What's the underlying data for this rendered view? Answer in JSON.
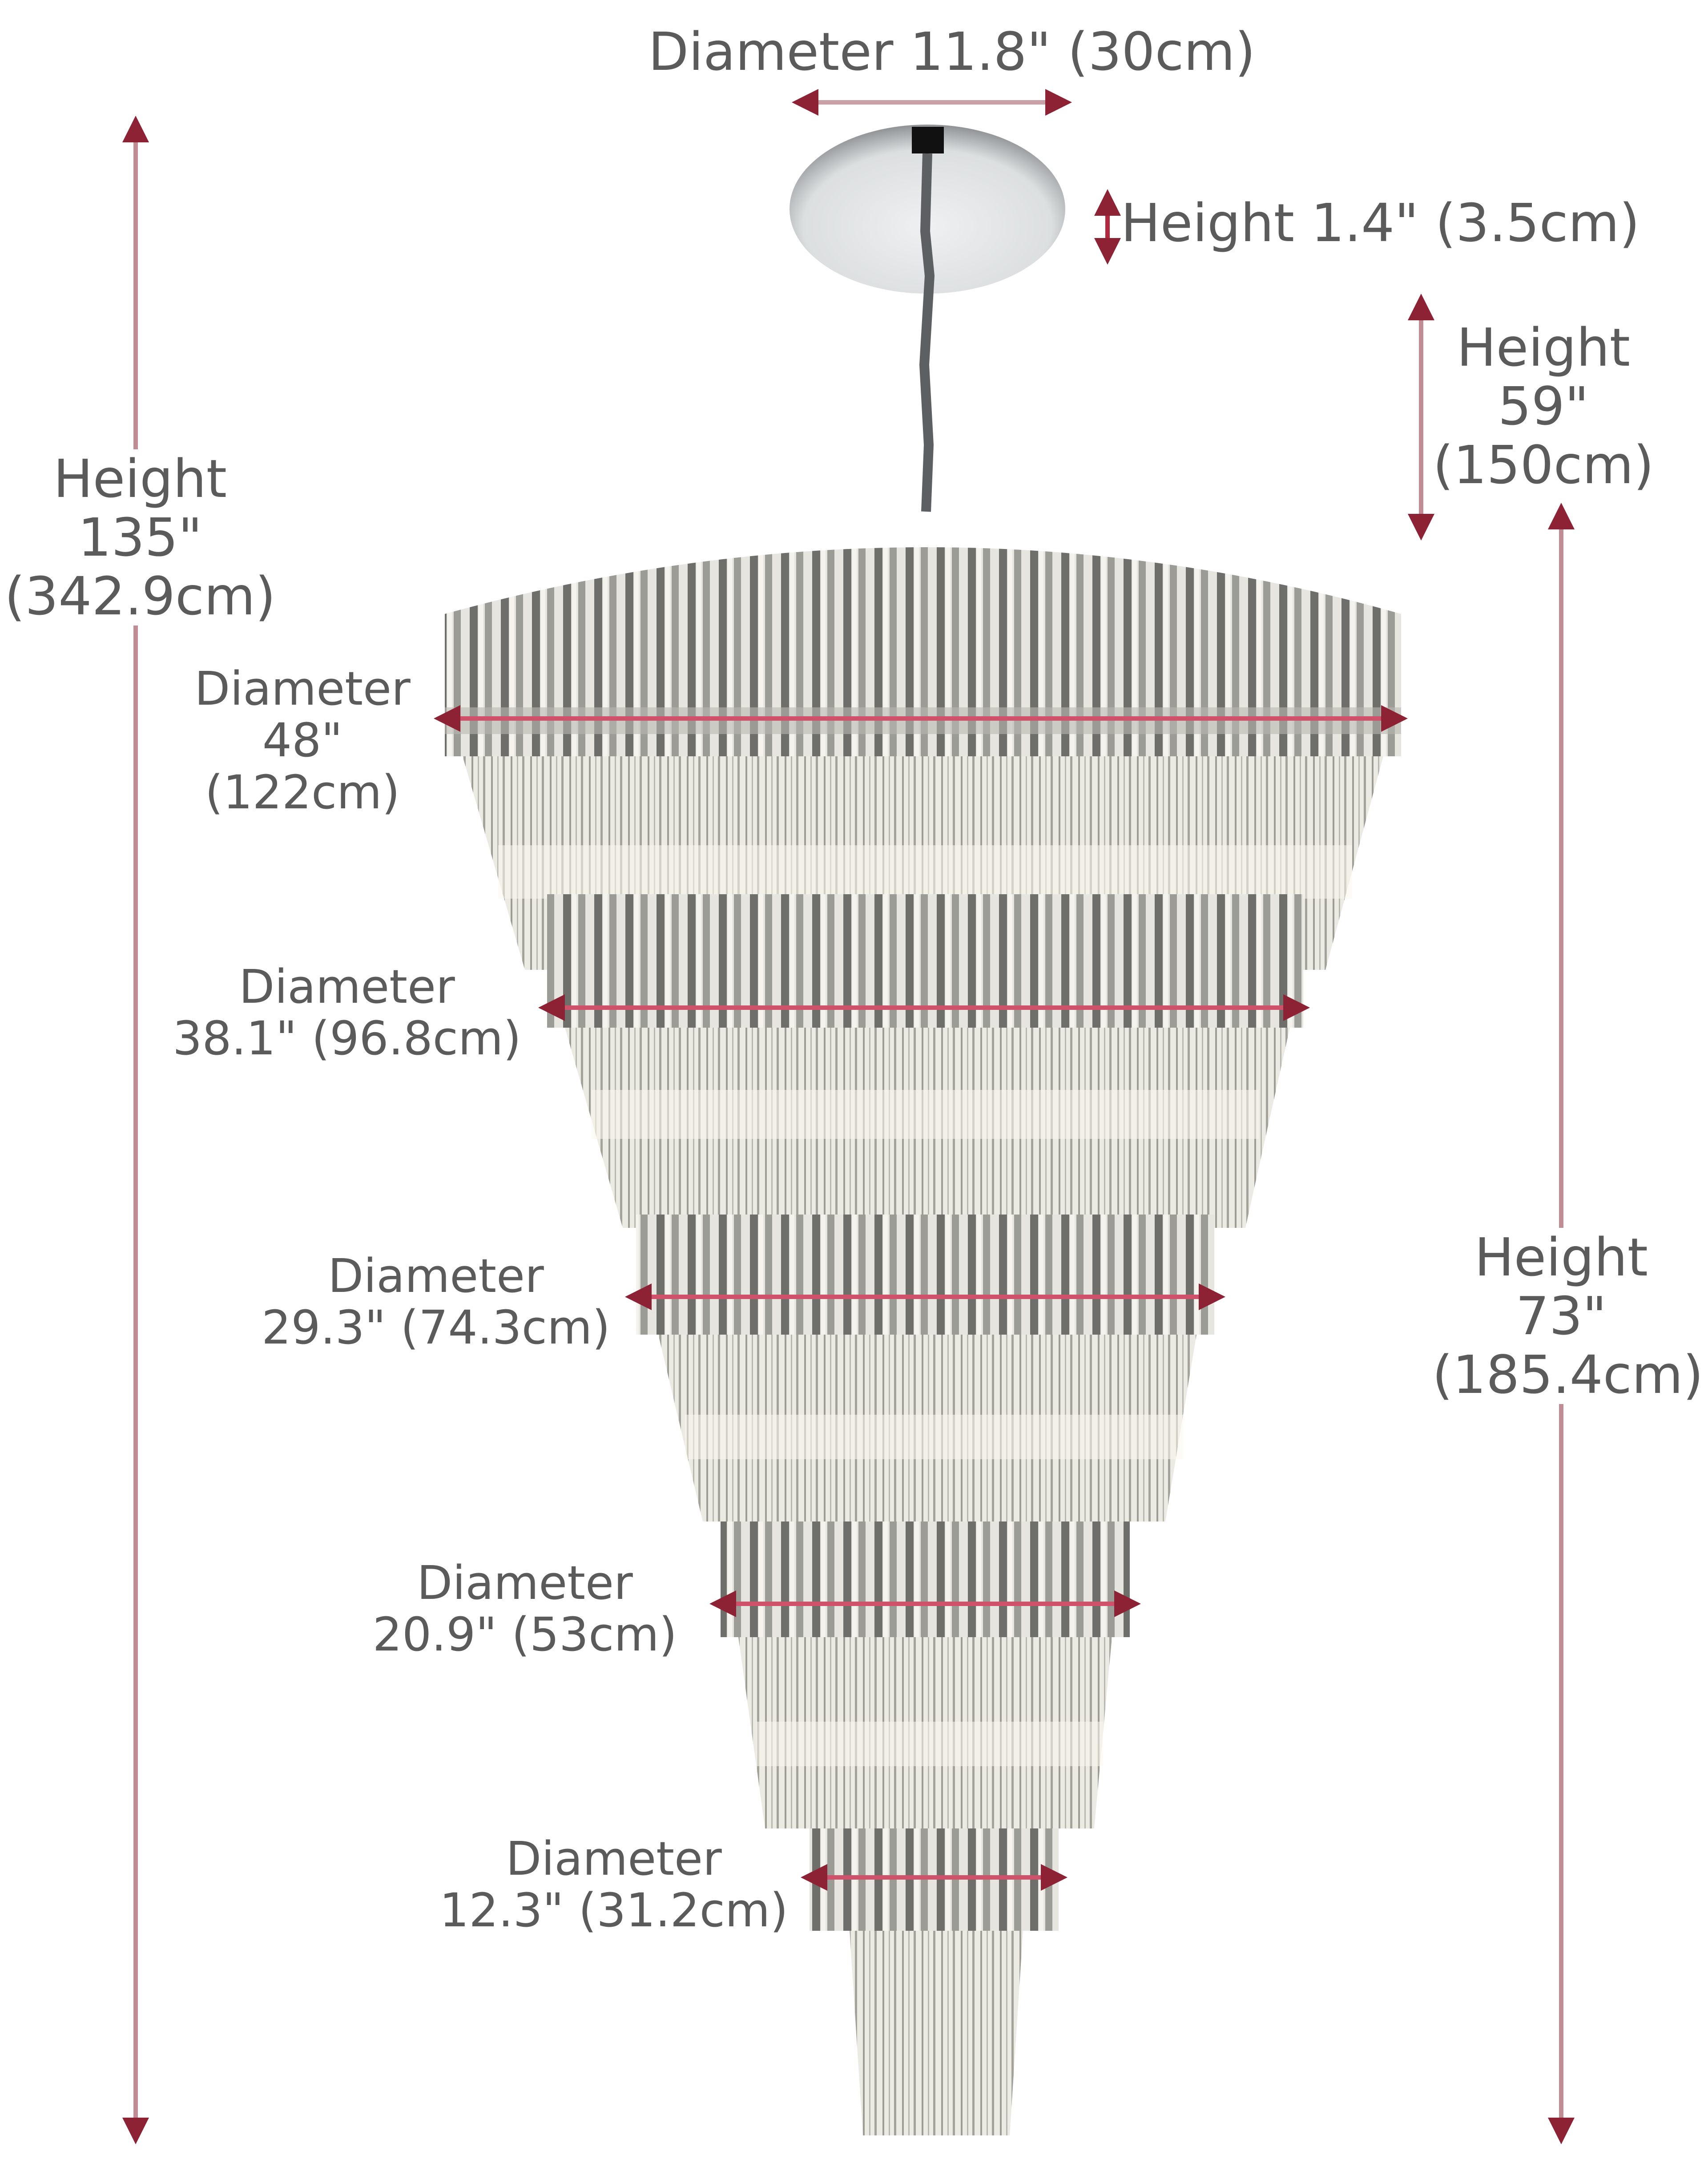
{
  "diagram": {
    "subject": "Tiered crystal chandelier dimensions",
    "accent_color": "#b3283c",
    "text_color": "#5b5b5b",
    "canopy": {
      "diameter_label": "Diameter 11.8\"  (30cm)",
      "height_label": "Height  1.4\"  (3.5cm)"
    },
    "chain": {
      "line1": "Height",
      "line2": "59\"",
      "line3": "(150cm)"
    },
    "overall_height": {
      "line1": "Height",
      "line2": "135\"",
      "line3": "(342.9cm)"
    },
    "body_height": {
      "line1": "Height",
      "line2": "73\"",
      "line3": "(185.4cm)"
    },
    "tiers": [
      {
        "line1": "Diameter",
        "line2": "48\"",
        "line3": "(122cm)"
      },
      {
        "line1": "Diameter",
        "line2": "38.1\"  (96.8cm)"
      },
      {
        "line1": "Diameter",
        "line2": "29.3\"  (74.3cm)"
      },
      {
        "line1": "Diameter",
        "line2": "20.9\"  (53cm)"
      },
      {
        "line1": "Diameter",
        "line2": "12.3\"  (31.2cm)"
      }
    ]
  }
}
